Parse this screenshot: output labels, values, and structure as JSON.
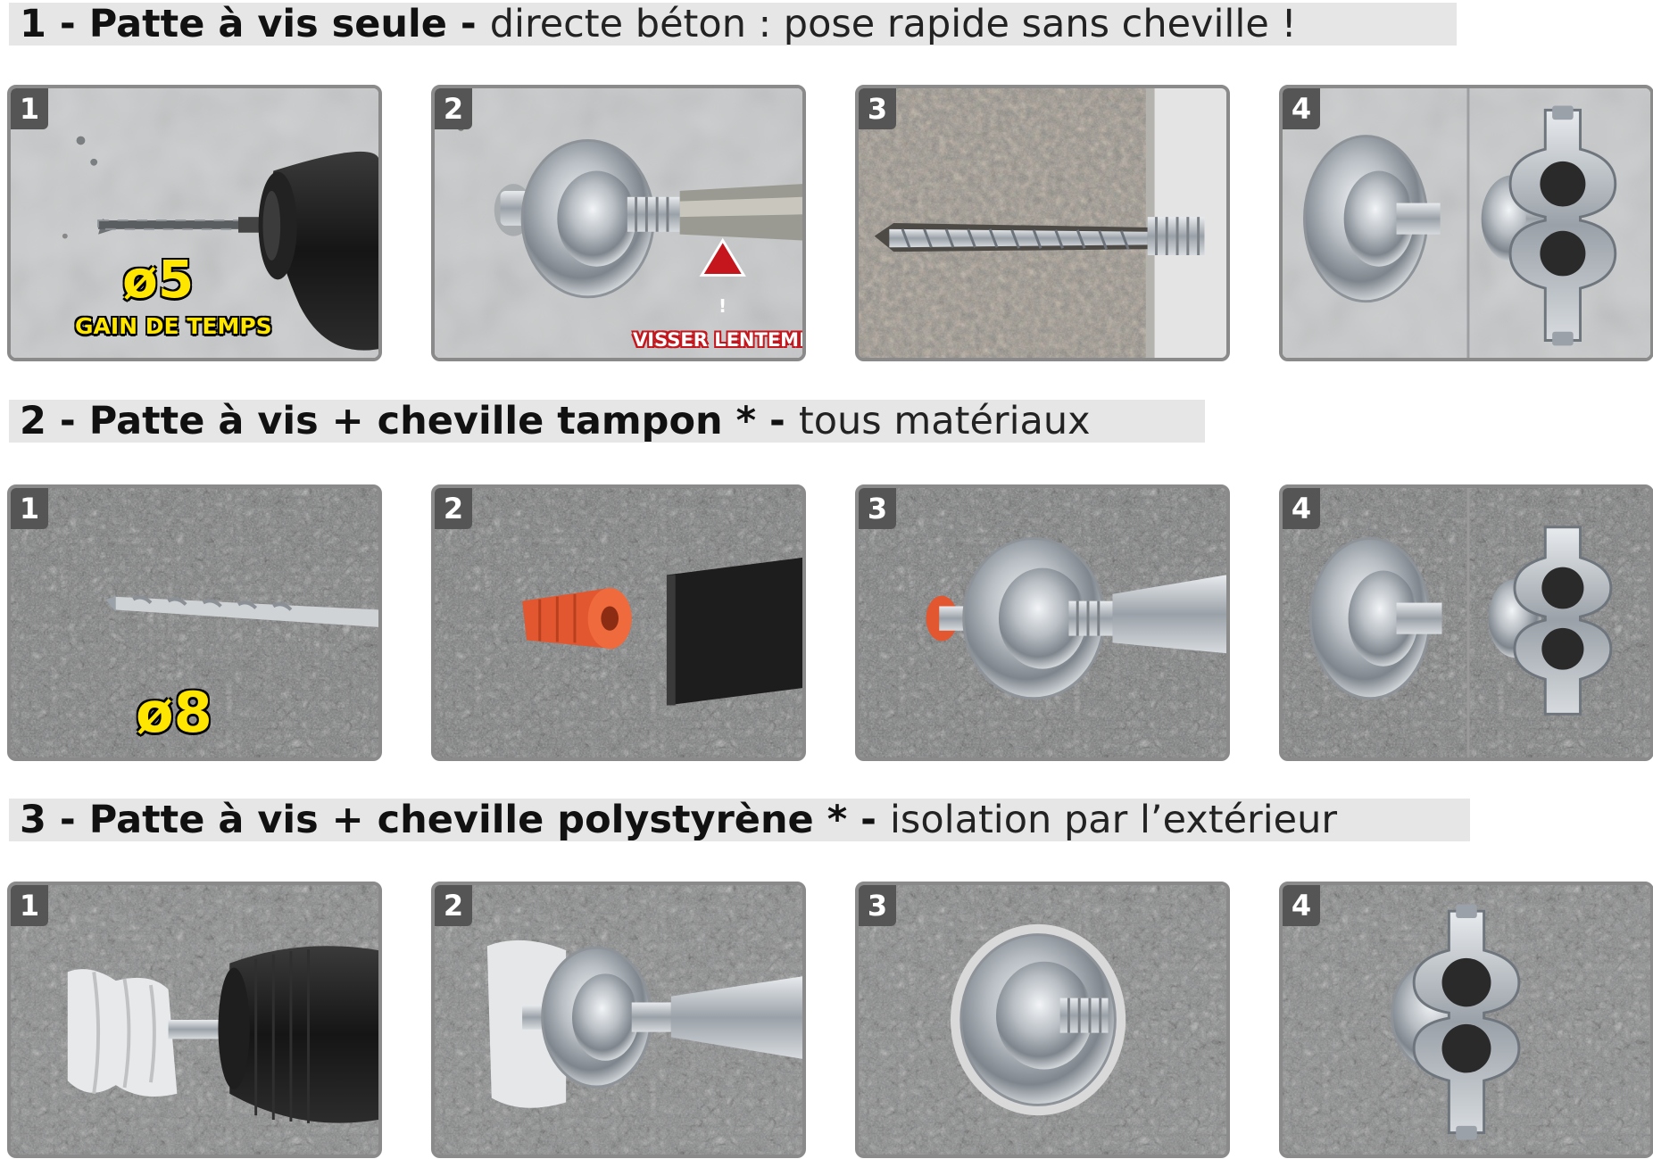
{
  "sections": [
    {
      "number": "1",
      "dash1": " - ",
      "title_bold": "Patte à vis seule",
      "dash2": " - ",
      "title_light": "directe béton : pose rapide sans cheville !",
      "steps": [
        {
          "badge": "1",
          "overlay_big": "ø5",
          "overlay_small": "GAIN DE TEMPS",
          "icon": "drill-icon"
        },
        {
          "badge": "2",
          "overlay_warning": "VISSER LENTEMENT",
          "warning_glyph": "!",
          "icon": "screw-mount-icon"
        },
        {
          "badge": "3",
          "icon": "screw-in-concrete-icon"
        },
        {
          "badge": "4",
          "icon": "pipe-clamp-icon"
        }
      ]
    },
    {
      "number": "2",
      "dash1": " - ",
      "title_bold": "Patte à vis + cheville tampon *",
      "dash2": " - ",
      "title_light": "tous matériaux",
      "steps": [
        {
          "badge": "1",
          "overlay_big": "ø8",
          "icon": "drill-bit-icon"
        },
        {
          "badge": "2",
          "icon": "wall-plug-icon"
        },
        {
          "badge": "3",
          "icon": "screw-mount-icon"
        },
        {
          "badge": "4",
          "icon": "pipe-clamp-icon"
        }
      ]
    },
    {
      "number": "3",
      "dash1": " - ",
      "title_bold": "Patte à vis + cheville polystyrène *",
      "dash2": " - ",
      "title_light": "isolation par l’extérieur",
      "steps": [
        {
          "badge": "1",
          "icon": "polystyrene-plug-icon"
        },
        {
          "badge": "2",
          "icon": "screw-mount-icon"
        },
        {
          "badge": "3",
          "icon": "screw-mount-icon"
        },
        {
          "badge": "4",
          "icon": "pipe-clamp-icon"
        }
      ]
    }
  ],
  "colors": {
    "header_bg": "#e6e6e6",
    "badge_bg": "#555555",
    "panel_border": "#8a8a8a",
    "highlight_yellow": "#ffe600",
    "warning_red": "#c4161c"
  }
}
